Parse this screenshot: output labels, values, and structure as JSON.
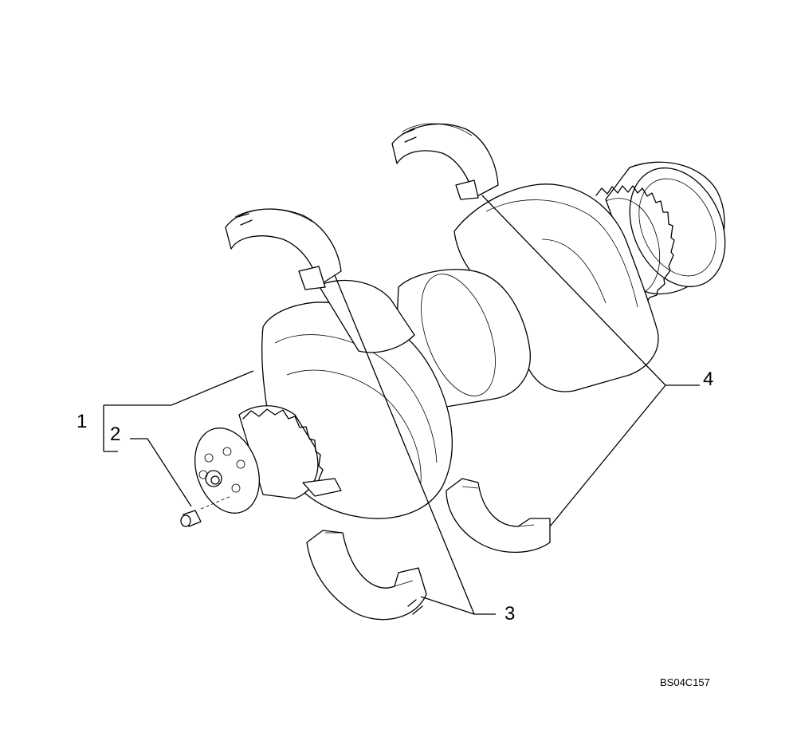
{
  "callouts": {
    "c1": "1",
    "c2": "2",
    "c3": "3",
    "c4": "4"
  },
  "drawing_code": "BS04C157"
}
